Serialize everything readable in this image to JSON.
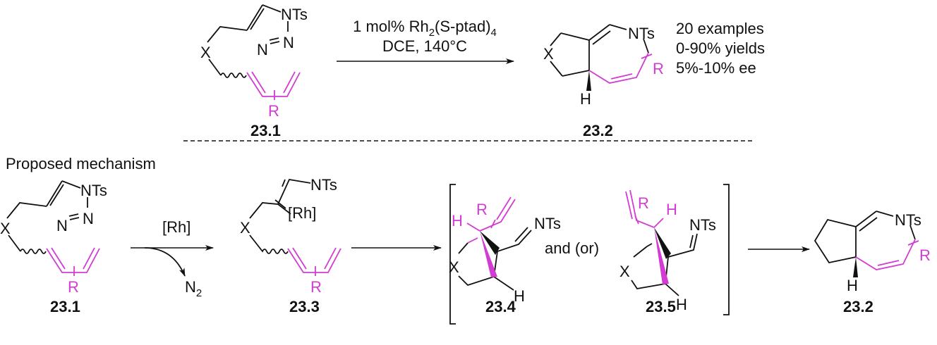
{
  "colors": {
    "highlight": "#d23cd2",
    "ink": "#111111"
  },
  "top_reaction": {
    "reactant": {
      "label": "23.1",
      "atoms": {
        "x": "X",
        "nts": "NTs",
        "n2": "N",
        "n3": "N",
        "r": "R"
      }
    },
    "conditions": {
      "line1_prefix": "1 mol% Rh",
      "sub1": "2",
      "line1_mid": "(S-ptad)",
      "sub2": "4",
      "line2": "DCE, 140°C"
    },
    "product": {
      "label": "23.2",
      "atoms": {
        "x": "X",
        "nts": "NTs",
        "r": "R",
        "h": "H"
      }
    },
    "results": [
      "20 examples",
      "0-90% yields",
      "5%-10% ee"
    ]
  },
  "mechanism": {
    "title": "Proposed mechanism",
    "step1": {
      "reagent": "[Rh]",
      "byproduct": "N",
      "byproduct_sub": "2"
    },
    "s231": {
      "label": "23.1",
      "atoms": {
        "x": "X",
        "nts": "NTs",
        "n2": "N",
        "n3": "N",
        "r": "R"
      }
    },
    "s233": {
      "label": "23.3",
      "atoms": {
        "x": "X",
        "nts": "NTs",
        "rh": "[Rh]",
        "r": "R"
      }
    },
    "s234": {
      "label": "23.4",
      "atoms": {
        "x": "X",
        "nts": "NTs",
        "r": "R",
        "h1": "H",
        "h2": "H"
      }
    },
    "connector": "and (or)",
    "s235": {
      "label": "23.5",
      "atoms": {
        "x": "X",
        "nts": "NTs",
        "r": "R",
        "h1": "H",
        "h2": "H"
      }
    },
    "s232": {
      "label": "23.2",
      "atoms": {
        "nts": "NTs",
        "r": "R",
        "h": "H"
      }
    }
  }
}
